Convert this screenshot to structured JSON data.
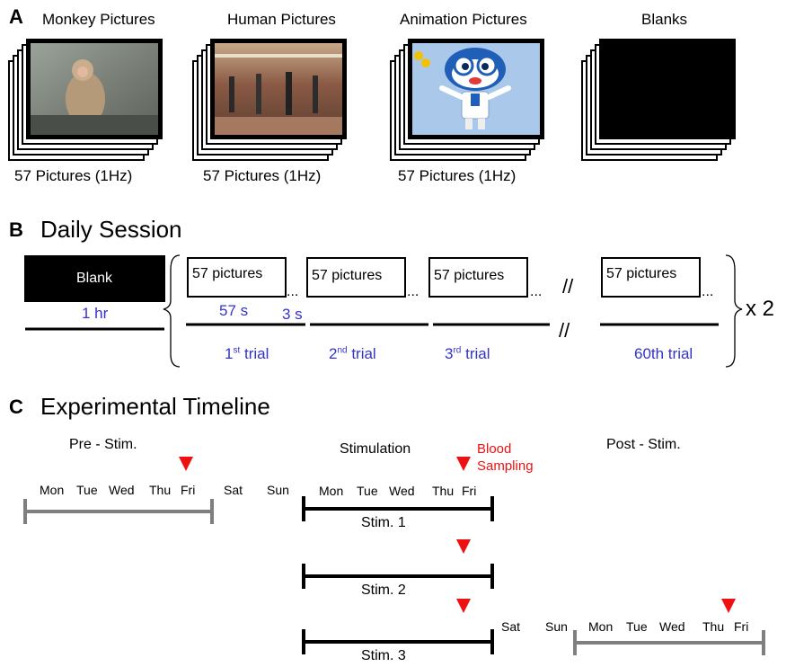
{
  "panelA": {
    "letter": "A",
    "stacks": [
      {
        "title": "Monkey Pictures",
        "caption": "57 Pictures (1Hz)"
      },
      {
        "title": "Human Pictures",
        "caption": "57 Pictures (1Hz)"
      },
      {
        "title": "Animation Pictures",
        "caption": "57 Pictures (1Hz)"
      },
      {
        "title": "Blanks",
        "caption": ""
      }
    ]
  },
  "panelB": {
    "letter": "B",
    "heading": "Daily Session",
    "blank_label": "Blank",
    "blank_duration": "1 hr",
    "box_label": "57 pictures",
    "ellipsis": "...",
    "break_mark": "//",
    "stim_duration": "57 s",
    "gap_duration": "3 s",
    "trials": [
      {
        "num": "1",
        "sup": "st",
        "word": " trial"
      },
      {
        "num": "2",
        "sup": "nd",
        "word": " trial"
      },
      {
        "num": "3",
        "sup": "rd",
        "word": " trial"
      },
      {
        "text": "60th trial"
      }
    ],
    "repeat": "x 2"
  },
  "panelC": {
    "letter": "C",
    "heading": "Experimental Timeline",
    "pre_label": "Pre - Stim.",
    "stim_label": "Stimulation",
    "post_label": "Post - Stim.",
    "blood_line1": "Blood",
    "blood_line2": "Sampling",
    "weekdays": [
      "Mon",
      "Tue",
      "Wed",
      "Thu",
      "Fri"
    ],
    "sat": "Sat",
    "sun": "Sun",
    "stims": [
      "Stim. 1",
      "Stim. 2",
      "Stim. 3"
    ],
    "colors": {
      "gray_bar": "#7f7f7f",
      "black_bar": "#000000",
      "arrow": "#ee1111",
      "blue_text": "#3333cc"
    }
  }
}
